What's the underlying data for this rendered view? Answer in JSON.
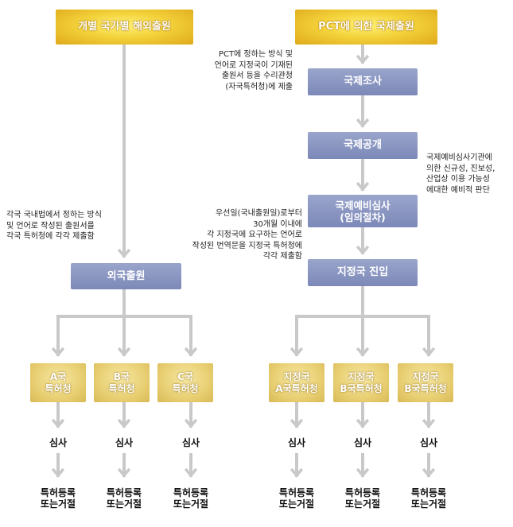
{
  "top_left": "개별 국가별 해외출원",
  "top_right": "PCT에 의한 국제출원",
  "intl_search": "국제조사",
  "intl_pub": "국제공개",
  "intl_prelim": "국제예비심사\n(임의절차)",
  "national_entry": "지정국 진입",
  "foreign_filing": "외국출원",
  "offices_left": [
    "A국\n특허청",
    "B국\n특허청",
    "C국\n특허청"
  ],
  "offices_right": [
    "지정국\nA국특허청",
    "지정국\nB국특허청",
    "지정국\nB국특허청"
  ],
  "exam_label": "심사",
  "result_label": "특허등록\n또는거절",
  "note_pct": "PCT에 정하는 방식 및\n언어로 지정국이 기재된\n출원서 등을 수리관청\n(자국특허청)에 제출",
  "note_prelim": "국제예비심사기관에\n의한 신규성, 진보성,\n산업상 이용 가능성\n에대한 예비적 판단",
  "note_entry": "우선일(국내출원일)로부터\n30개월 이내에\n각 지정국에 요구하는 언어로\n작성된 번역문을 지정국 특허청에\n각각 제출함",
  "note_foreign": "각국 국내법에서 정하는 방식\n및 언어로 작성된 출원서를\n각국 특허청에 각각 제출함"
}
